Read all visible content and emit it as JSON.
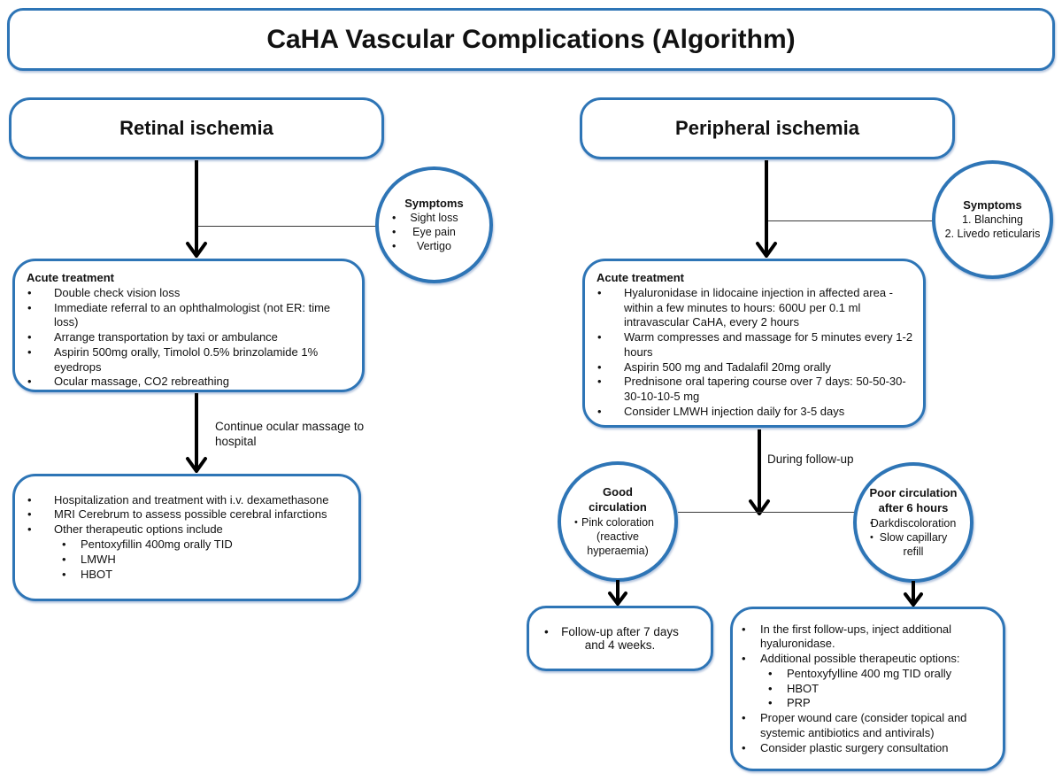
{
  "colors": {
    "accent_blue": "#2e75b6",
    "arrow_black": "#000000",
    "connector_gray": "#3a3a3a"
  },
  "title": "CaHA Vascular Complications (Algorithm)",
  "left": {
    "header": "Retinal ischemia",
    "symptoms_circle": {
      "title": "Symptoms",
      "items": [
        "Sight loss",
        "Eye pain",
        "Vertigo"
      ]
    },
    "acute_box": {
      "title": "Acute treatment",
      "items": [
        "Double check vision loss",
        "Immediate referral to an ophthalmologist (not ER: time loss)",
        "Arrange transportation by taxi or ambulance",
        "Aspirin 500mg orally, Timolol 0.5% brinzolamide 1% eyedrops",
        "Ocular massage, CO2 rebreathing"
      ]
    },
    "arrow_label": "Continue ocular massage to hospital",
    "hospital_box": {
      "items": [
        "Hospitalization and treatment with i.v. dexamethasone",
        "MRI Cerebrum to assess possible cerebral infarctions",
        "Other therapeutic options include"
      ],
      "sub_items": [
        "Pentoxyfillin 400mg orally TID",
        "LMWH",
        "HBOT"
      ]
    }
  },
  "right": {
    "header": "Peripheral ischemia",
    "symptoms_circle": {
      "title": "Symptoms",
      "items": [
        "1. Blanching",
        "2. Livedo reticularis"
      ]
    },
    "acute_box": {
      "title": "Acute treatment",
      "items": [
        "Hyaluronidase in lidocaine injection in affected area - within a few minutes to hours: 600U per 0.1 ml intravascular CaHA, every 2 hours",
        "Warm compresses and massage for 5 minutes every 1-2 hours",
        "Aspirin 500 mg and Tadalafil 20mg orally",
        "Prednisone oral tapering course over 7 days: 50-50-30-30-10-10-5 mg",
        "Consider LMWH injection daily for 3-5 days"
      ]
    },
    "arrow_label": "During follow-up",
    "good_circle": {
      "title": "Good circulation",
      "items": [
        "Pink coloration (reactive hyperaemia)"
      ]
    },
    "poor_circle": {
      "title": "Poor circulation after 6 hours",
      "items": [
        "Darkdiscoloration",
        "Slow capillary refill"
      ]
    },
    "followup_box": {
      "items": [
        "Follow-up after 7 days and 4 weeks."
      ]
    },
    "treatment_box": {
      "items": [
        "In the first follow-ups, inject additional hyaluronidase.",
        "Additional possible therapeutic options:",
        "Proper wound care (consider topical and systemic antibiotics and antivirals)",
        "Consider plastic surgery consultation"
      ],
      "sub_items": [
        "Pentoxyfylline 400 mg TID orally",
        "HBOT",
        "PRP"
      ]
    }
  }
}
